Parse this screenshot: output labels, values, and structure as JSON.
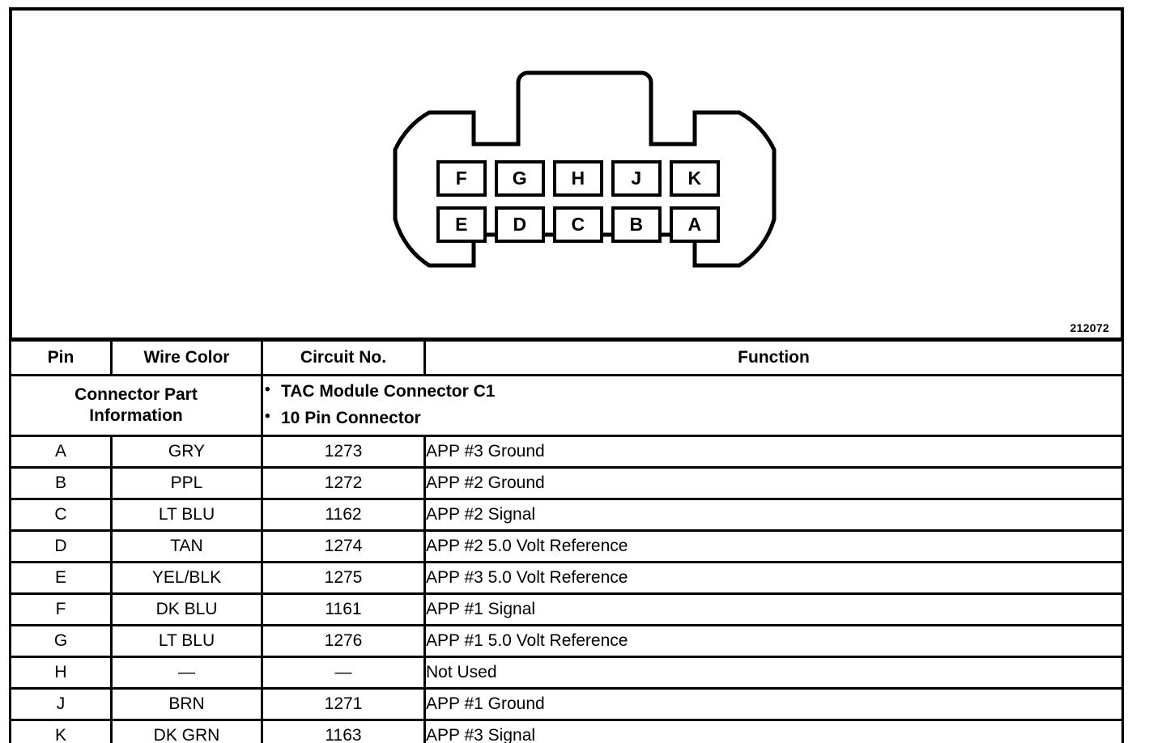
{
  "figure": {
    "number": "212072"
  },
  "connector": {
    "name": "connector-illustration",
    "top_row": [
      "F",
      "G",
      "H",
      "J",
      "K"
    ],
    "bottom_row": [
      "E",
      "D",
      "C",
      "B",
      "A"
    ]
  },
  "part_info": {
    "label_line1": "Connector Part",
    "label_line2": "Information",
    "bullets": [
      "TAC Module Connector C1",
      "10 Pin Connector"
    ]
  },
  "table": {
    "headers": {
      "pin": "Pin",
      "wire_color": "Wire Color",
      "circuit_no": "Circuit No.",
      "function": "Function"
    },
    "rows": [
      {
        "pin": "A",
        "wire_color": "GRY",
        "circuit_no": "1273",
        "function": "APP #3 Ground"
      },
      {
        "pin": "B",
        "wire_color": "PPL",
        "circuit_no": "1272",
        "function": "APP #2 Ground"
      },
      {
        "pin": "C",
        "wire_color": "LT BLU",
        "circuit_no": "1162",
        "function": "APP #2 Signal"
      },
      {
        "pin": "D",
        "wire_color": "TAN",
        "circuit_no": "1274",
        "function": "APP #2 5.0 Volt Reference"
      },
      {
        "pin": "E",
        "wire_color": "YEL/BLK",
        "circuit_no": "1275",
        "function": "APP #3 5.0 Volt Reference"
      },
      {
        "pin": "F",
        "wire_color": "DK BLU",
        "circuit_no": "1161",
        "function": "APP #1 Signal"
      },
      {
        "pin": "G",
        "wire_color": "LT BLU",
        "circuit_no": "1276",
        "function": "APP #1 5.0 Volt Reference"
      },
      {
        "pin": "H",
        "wire_color": "—",
        "circuit_no": "—",
        "function": "Not Used"
      },
      {
        "pin": "J",
        "wire_color": "BRN",
        "circuit_no": "1271",
        "function": "APP #1 Ground"
      },
      {
        "pin": "K",
        "wire_color": "DK GRN",
        "circuit_no": "1163",
        "function": "APP #3 Signal"
      }
    ]
  }
}
